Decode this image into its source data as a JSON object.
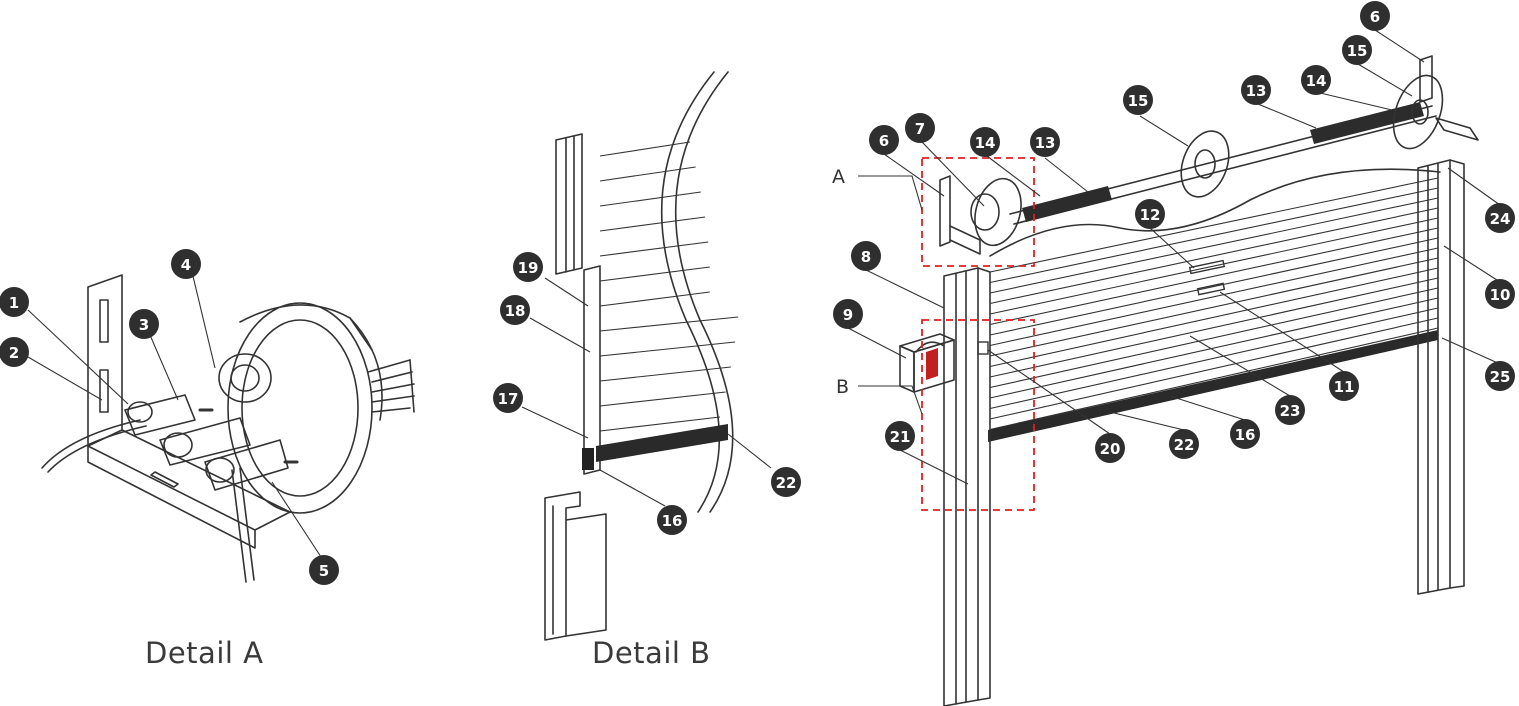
{
  "captions": {
    "detail_a": "Detail A",
    "detail_b": "Detail B"
  },
  "letters": {
    "a": "A",
    "b": "B"
  },
  "detail_a_callouts": [
    "1",
    "2",
    "3",
    "4",
    "5"
  ],
  "detail_b_callouts": [
    "19",
    "18",
    "17",
    "16",
    "22"
  ],
  "main_callouts": [
    "6",
    "7",
    "14",
    "13",
    "15",
    "13",
    "14",
    "6",
    "15",
    "12",
    "8",
    "9",
    "24",
    "10",
    "25",
    "11",
    "23",
    "16",
    "22",
    "20",
    "21"
  ],
  "colors": {
    "line": "#333333",
    "badge": "#2f2f2f",
    "highlight_box": "#e02020",
    "badge_text": "#ffffff"
  }
}
